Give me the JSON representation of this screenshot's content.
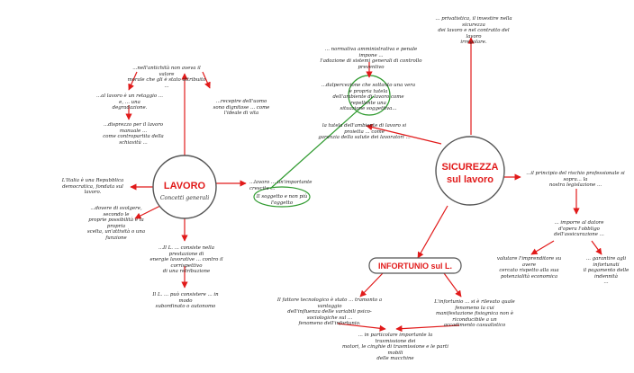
{
  "colors": {
    "arrow_red": "#e11a1a",
    "arrow_green": "#2f9a2f",
    "hub_border": "#555555"
  },
  "hubs": {
    "lavoro": {
      "title": "LAVORO",
      "subtitle": "Concetti generali"
    },
    "sicurezza": {
      "title_line1": "SICUREZZA",
      "title_line2": "sul lavoro"
    },
    "infortunio": {
      "title": "INFORTUNIO sul L."
    }
  },
  "notes": {
    "moral_value": "...nell'antichità non aveva il valore\nmorale che gli è stato attribuito ...",
    "servile_work": "...al lavoro è un retaggio ... e, ... una\ndegradazione.",
    "manual_labor": "...disprezzo per il lavoro manuale ...\ncome contropartita della schiavitù ...",
    "dignity": "...recepire dell'uomo sono dignitose ... come\nl'ideale di vita",
    "italy_republic": "L'Italia è una Repubblica\ndemocratica, fondata sul lavoro.",
    "duty_to_work": "...dovere di svolgere, secondo le\nproprie possibilità e la propria\nscelta, un'attività o una funzione",
    "energy_article": "...Il L. ... consiste nella prestazione di\nenergie lavorative ... contro il corrispettivo\ndi una retribuzione",
    "subordinate": "Il L. ... può consistere ... in modo\nsubordinato o autonomo",
    "lavoro_object": "...lavoro ... un'importante crescita ...",
    "subject_object": "Il soggetto e non più l'oggetto",
    "private_workers": "... privatistica, il investire nella sicurezza\ndei lavoro e nel contratto del lavoro\nirregolare.",
    "normative": "... normativa amministrativa e penale impone ...\nl'adozione di sistemi generali di controllo preventivo",
    "perception": "...dalpercezione che soltanto una vera e propria tutela\ndell'ambiente di lavoro come repellente una\nsituazione soggettiva...",
    "protection": "la tutela dell'ambiente di lavoro si proietta ... come\ngaranzia della salute dei lavoratori ...",
    "principle": "...il principio del rischio professionale si sopra... la\nnostra legislazione ...",
    "employer_duty": "... imporre al datore\nd'opera l'obbligo\ndell'assicurazione ...",
    "evaluate_risks": "valutare l'imprenditore su avere\ncercato rispetto alla sua\npotenzialità economica",
    "guarantee": "... garantire agli infortunati\nil pagamento delle indennità\n...",
    "tech_factors": "Il fattore tecnologico è stato ... tramonto a vantaggio\ndell'influenza delle variabili psico-sociologiche sul ...\nfenomeno dell'infortunio.",
    "injury_def": "L'infortunio ... si è rilevato quale fenomeno la cui\nmanifestazione fisiognica non è riconducibile a un\naccadimento casualistico",
    "transmission": "... in particolare importante la trasmissione dei\nmotori, le cinghie di trasmissione e le parti mobili\ndelle macchine"
  }
}
